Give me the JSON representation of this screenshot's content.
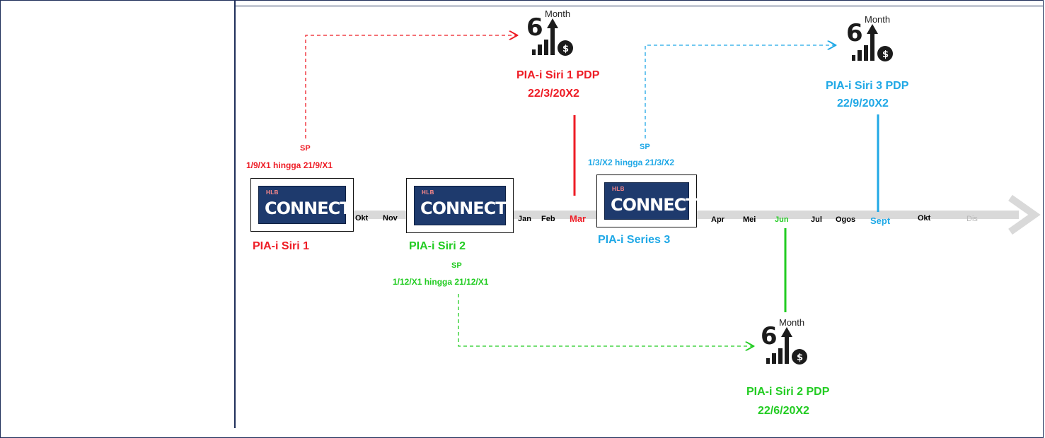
{
  "layout": {
    "left_column": "",
    "colors": {
      "red": "#ee1c25",
      "green": "#22cc22",
      "blue": "#1fa8e6",
      "arrow": "#d9d9d9",
      "frame": "#1f2f5a"
    }
  },
  "timeline": {
    "months": {
      "okt1": "Okt",
      "nov": "Nov",
      "jan": "Jan",
      "feb": "Feb",
      "mar": "Mar",
      "apr": "Apr",
      "mei": "Mei",
      "jun": "Jun",
      "jul": "Jul",
      "ogos": "Ogos",
      "sept": "Sept",
      "okt2": "Okt",
      "dis": "Dis"
    }
  },
  "series1": {
    "label": "PIA-i Siri 1",
    "sp": "SP",
    "sp_range": "1/9/X1 hingga 21/9/X1",
    "pdp_title": "PIA-i Siri 1 PDP",
    "pdp_date": "22/3/20X2",
    "color": "#ee1c25"
  },
  "series2": {
    "label": "PIA-i Siri 2",
    "sp": "SP",
    "sp_range": "1/12/X1 hingga 21/12/X1",
    "pdp_title": "PIA-i Siri 2 PDP",
    "pdp_date": "22/6/20X2",
    "color": "#22cc22"
  },
  "series3": {
    "label": "PIA-i Series 3",
    "sp": "SP",
    "sp_range": "1/3/X2 hingga 21/3/X2",
    "pdp_title": "PIA-i Siri 3 PDP",
    "pdp_date": "22/9/20X2",
    "color": "#1fa8e6"
  },
  "connect_logo": {
    "brand": "HLB",
    "word": "CONNECT"
  },
  "growth_icon": {
    "number": "6",
    "word": "Month",
    "icon": "growth-chart-dollar-icon"
  }
}
